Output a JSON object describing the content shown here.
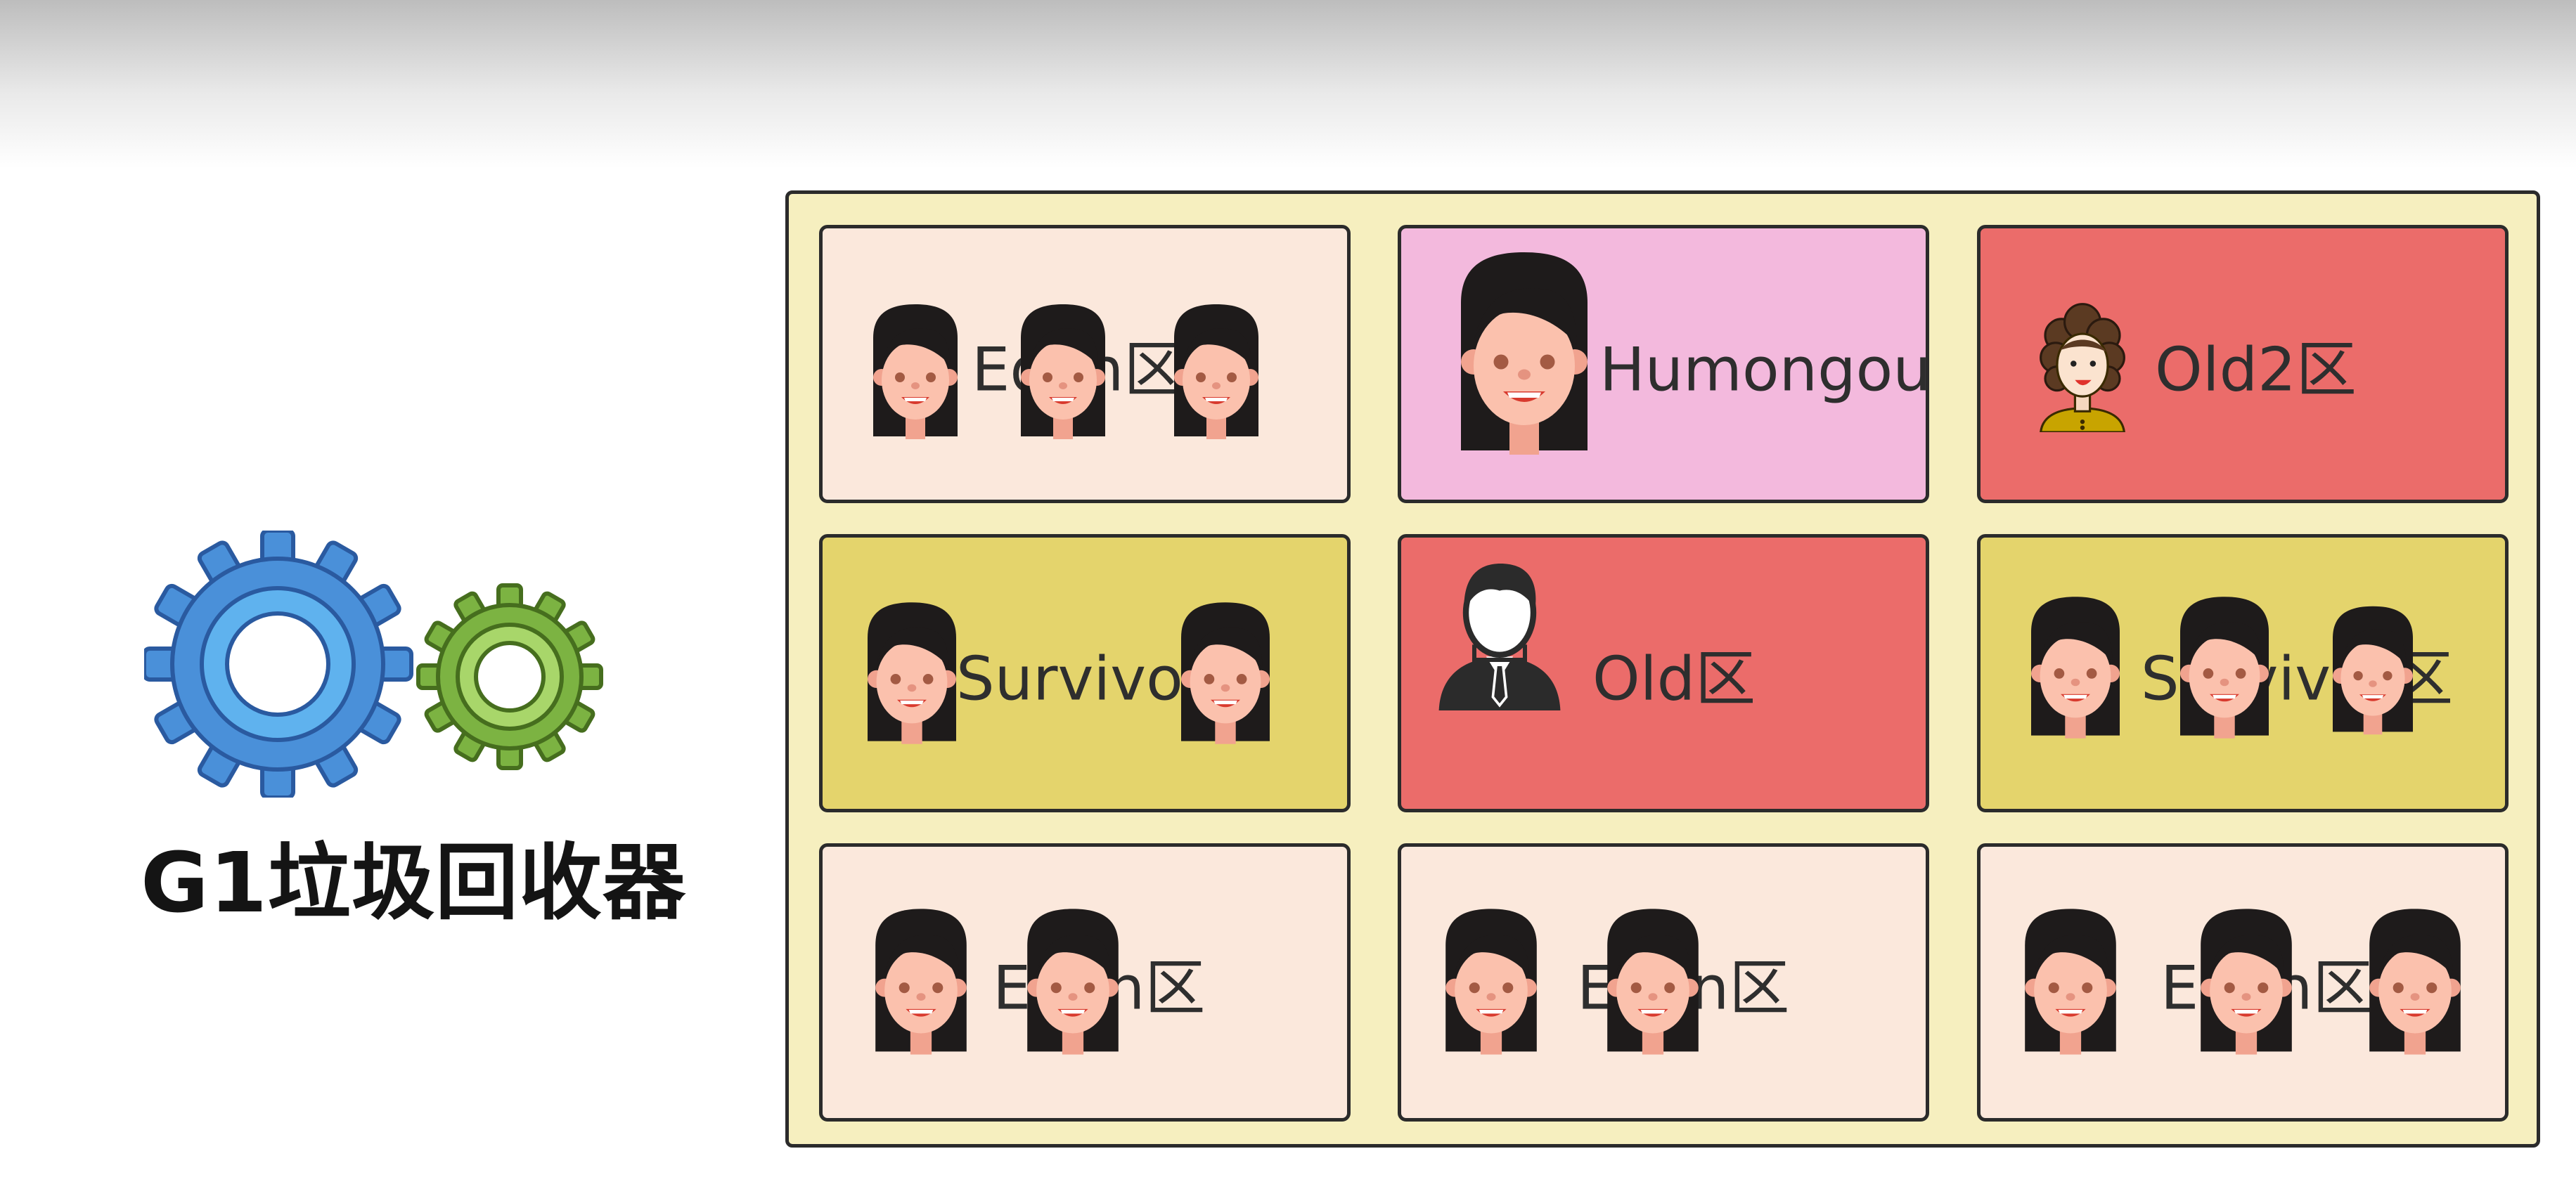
{
  "title": "G1垃圾回收器",
  "colors": {
    "frame_bg": "#f6efbf",
    "eden": "#fbe8dc",
    "humongous": "#f3b9dd",
    "old": "#eb6c6a",
    "survivor": "#e4d46c",
    "gear_blue": "#4a90d9",
    "gear_green": "#7cb342"
  },
  "regions": [
    {
      "label": "Eden区",
      "type": "eden",
      "people": [
        "girl",
        "girl",
        "girl"
      ]
    },
    {
      "label": "Humongous区",
      "type": "humongous",
      "people": [
        "girl-large"
      ]
    },
    {
      "label": "Old2区",
      "type": "old",
      "people": [
        "curly-woman"
      ]
    },
    {
      "label": "Survivor区",
      "type": "survivor",
      "people": [
        "girl",
        "girl"
      ]
    },
    {
      "label": "Old区",
      "type": "old",
      "people": [
        "man-suit"
      ]
    },
    {
      "label": "Survivor区",
      "type": "survivor",
      "people": [
        "girl",
        "girl",
        "girl"
      ]
    },
    {
      "label": "Eden区",
      "type": "eden",
      "people": [
        "girl",
        "girl"
      ]
    },
    {
      "label": "Eden区",
      "type": "eden",
      "people": [
        "girl",
        "girl"
      ]
    },
    {
      "label": "Eden区",
      "type": "eden",
      "people": [
        "girl",
        "girl",
        "girl"
      ]
    }
  ]
}
